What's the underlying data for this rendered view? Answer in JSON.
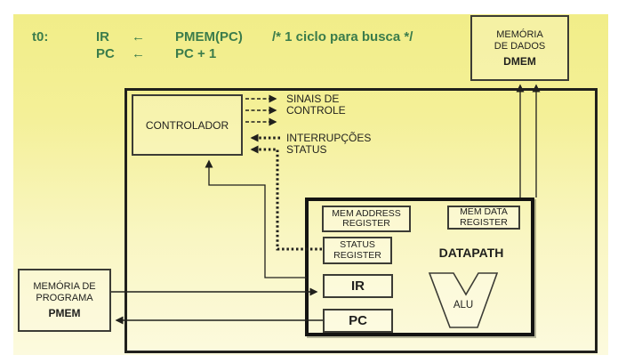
{
  "code_block": {
    "time_label": "t0:",
    "lines": [
      {
        "dest": "IR",
        "arrow": "←",
        "src": "PMEM(PC)",
        "comment": "/* 1 ciclo para busca */"
      },
      {
        "dest": "PC",
        "arrow": "←",
        "src": "PC + 1",
        "comment": ""
      }
    ]
  },
  "boxes": {
    "dmem": {
      "line1": "MEMÓRIA",
      "line2": "DE DADOS",
      "name": "DMEM"
    },
    "pmem": {
      "line1": "MEMÓRIA DE",
      "line2": "PROGRAMA",
      "name": "PMEM"
    },
    "controller": {
      "label": "CONTROLADOR"
    },
    "datapath": {
      "label": "DATAPATH"
    },
    "mem_address_register": {
      "line1": "MEM ADDRESS",
      "line2": "REGISTER"
    },
    "mem_data_register": {
      "line1": "MEM DATA",
      "line2": "REGISTER"
    },
    "status_register": {
      "line1": "STATUS",
      "line2": "REGISTER"
    },
    "ir": {
      "label": "IR"
    },
    "pc": {
      "label": "PC"
    },
    "alu": {
      "label": "ALU"
    }
  },
  "signals": {
    "control": "SINAIS DE\nCONTROLE",
    "interrupts": "INTERRUPÇÕES",
    "status": "STATUS"
  },
  "colors": {
    "panel_top": "#f1ed88",
    "panel_bottom": "#fcfade",
    "code_text": "#3b7c4b",
    "line": "#20201c",
    "box_border": "#3c3c35"
  }
}
